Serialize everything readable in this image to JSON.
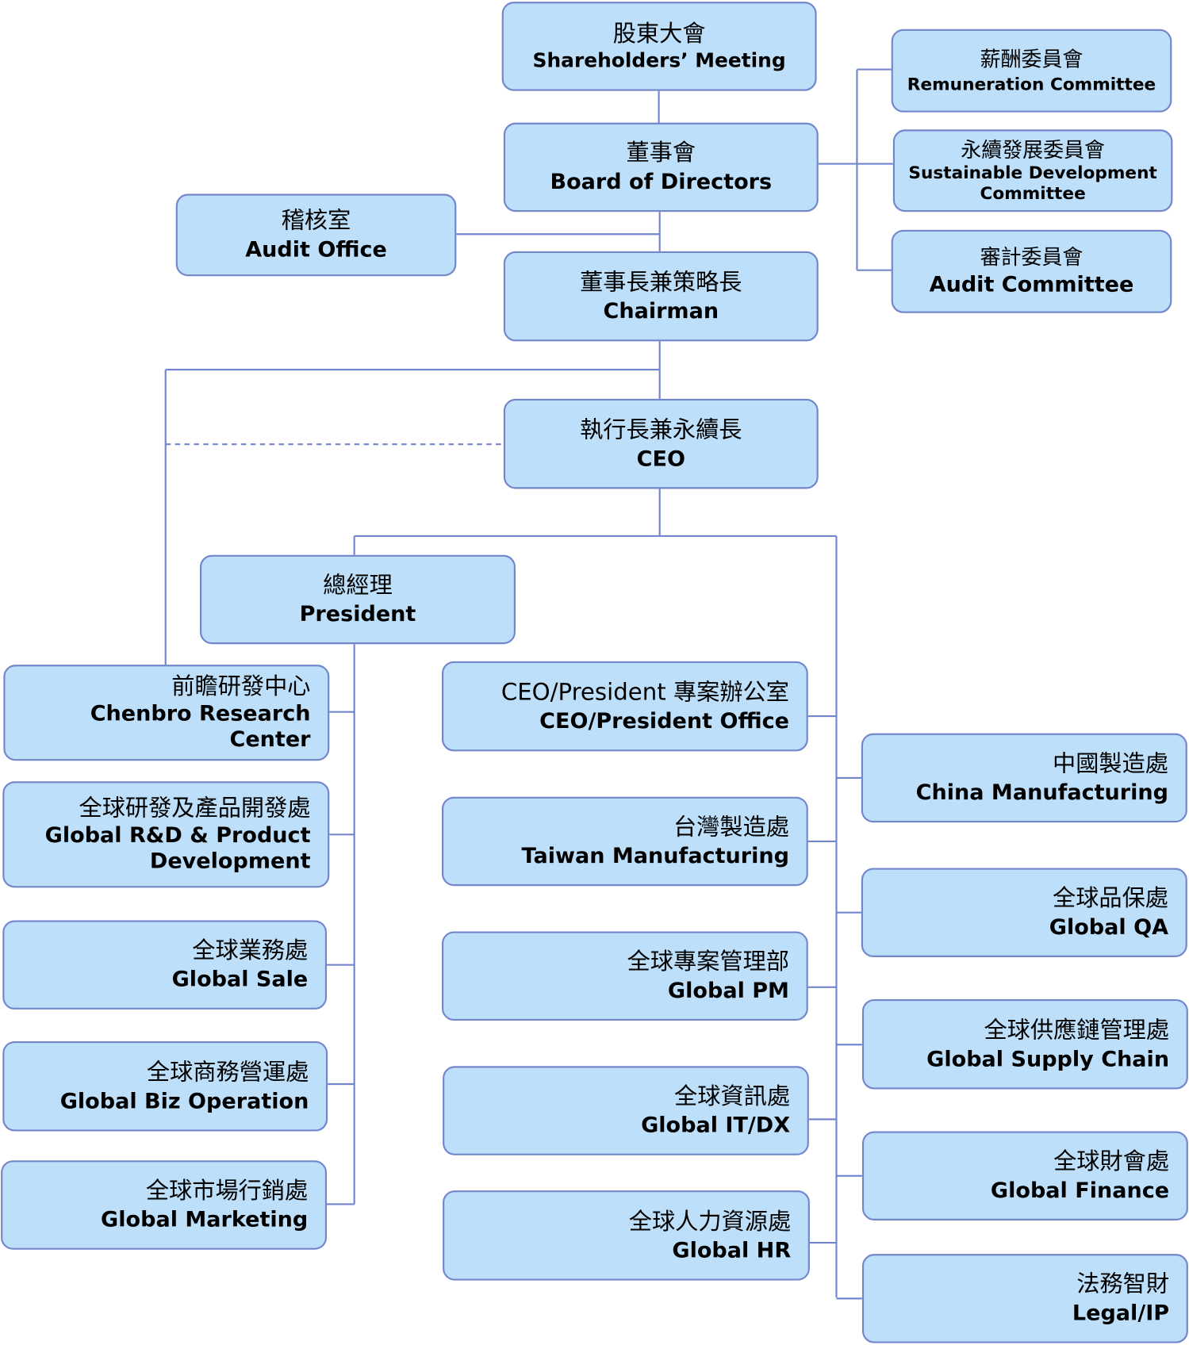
{
  "colors": {
    "box_fill": "#bddff9",
    "border": "#7386cc",
    "line": "#7386cc"
  },
  "nodes": {
    "shareholders": {
      "zh": "股東大會",
      "en": "Shareholders’ Meeting"
    },
    "board": {
      "zh": "董事會",
      "en": "Board of Directors"
    },
    "audit_office": {
      "zh": "稽核室",
      "en": "Audit Office"
    },
    "chairman": {
      "zh": "董事長兼策略長",
      "en": "Chairman"
    },
    "remuneration": {
      "zh": "薪酬委員會",
      "en": "Remuneration Committee"
    },
    "sustainable": {
      "zh": "永續發展委員會",
      "en": "Sustainable Development Committee"
    },
    "audit_committee": {
      "zh": "審計委員會",
      "en": "Audit Committee"
    },
    "ceo": {
      "zh": "執行長兼永續長",
      "en": "CEO"
    },
    "president": {
      "zh": "總經理",
      "en": "President"
    },
    "research": {
      "zh": "前瞻研發中心",
      "en": "Chenbro Research Center"
    },
    "rnd": {
      "zh": "全球研發及產品開發處",
      "en": "Global R&D & Product Development"
    },
    "sale": {
      "zh": "全球業務處",
      "en": "Global Sale"
    },
    "bizop": {
      "zh": "全球商務營運處",
      "en": "Global Biz Operation"
    },
    "marketing": {
      "zh": "全球市場行銷處",
      "en": "Global Marketing"
    },
    "ceo_office": {
      "zh": "CEO/President 專案辦公室",
      "en": "CEO/President Office"
    },
    "taiwan": {
      "zh": "台灣製造處",
      "en": "Taiwan Manufacturing"
    },
    "pm": {
      "zh": "全球專案管理部",
      "en": "Global PM"
    },
    "it": {
      "zh": "全球資訊處",
      "en": "Global IT/DX"
    },
    "hr": {
      "zh": "全球人力資源處",
      "en": "Global HR"
    },
    "china": {
      "zh": "中國製造處",
      "en": "China Manufacturing"
    },
    "qa": {
      "zh": "全球品保處",
      "en": "Global QA"
    },
    "supply": {
      "zh": "全球供應鏈管理處",
      "en": "Global Supply Chain"
    },
    "finance": {
      "zh": "全球財會處",
      "en": "Global Finance"
    },
    "legal": {
      "zh": "法務智財",
      "en": "Legal/IP"
    }
  }
}
